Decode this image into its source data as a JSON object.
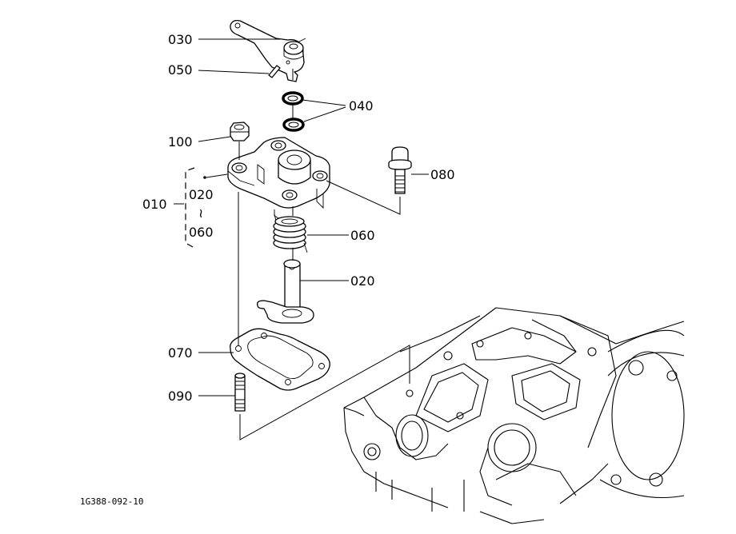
{
  "diagram": {
    "callouts": {
      "p030": "030",
      "p050": "050",
      "p040": "040",
      "p100": "100",
      "p080": "080",
      "p010": "010",
      "p020_group": "020",
      "range_sep": "~",
      "p060_group": "060",
      "p060": "060",
      "p020": "020",
      "p070": "070",
      "p090": "090"
    },
    "drawing_code": "1G388-092-10"
  }
}
